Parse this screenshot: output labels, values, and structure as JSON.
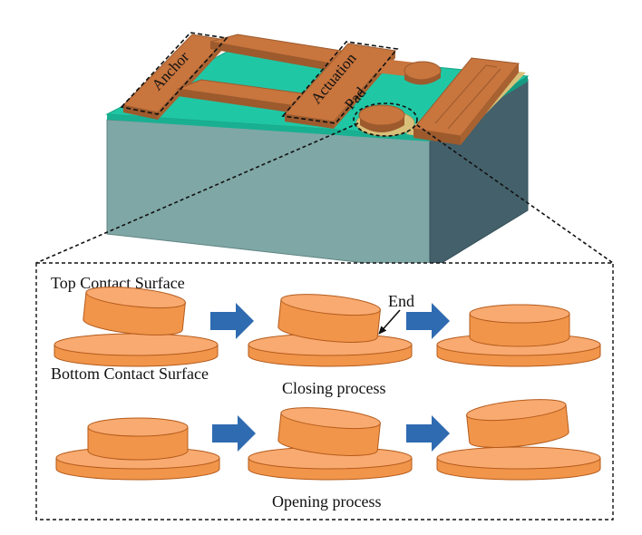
{
  "device": {
    "labels": {
      "anchor": "Anchor",
      "actuation_line1": "Actuation",
      "actuation_line2": "Pad"
    },
    "colors": {
      "metal": "#c8753e",
      "metal_dark": "#9c5a2d",
      "metal_light": "#e0955a",
      "substrate_front": "#7fa7a6",
      "substrate_side": "#44606a",
      "dielectric": "#20c7a5",
      "gold_rim": "#d9c07a"
    }
  },
  "inset": {
    "top_contact_label": "Top Contact Surface",
    "bottom_contact_label": "Bottom Contact Surface",
    "end_label": "End",
    "closing_label": "Closing process",
    "opening_label": "Opening process",
    "colors": {
      "disk_fill": "#f0954a",
      "disk_top": "#f8aa70",
      "disk_edge": "#b55b1c",
      "arrow": "#2f6bb0"
    }
  }
}
